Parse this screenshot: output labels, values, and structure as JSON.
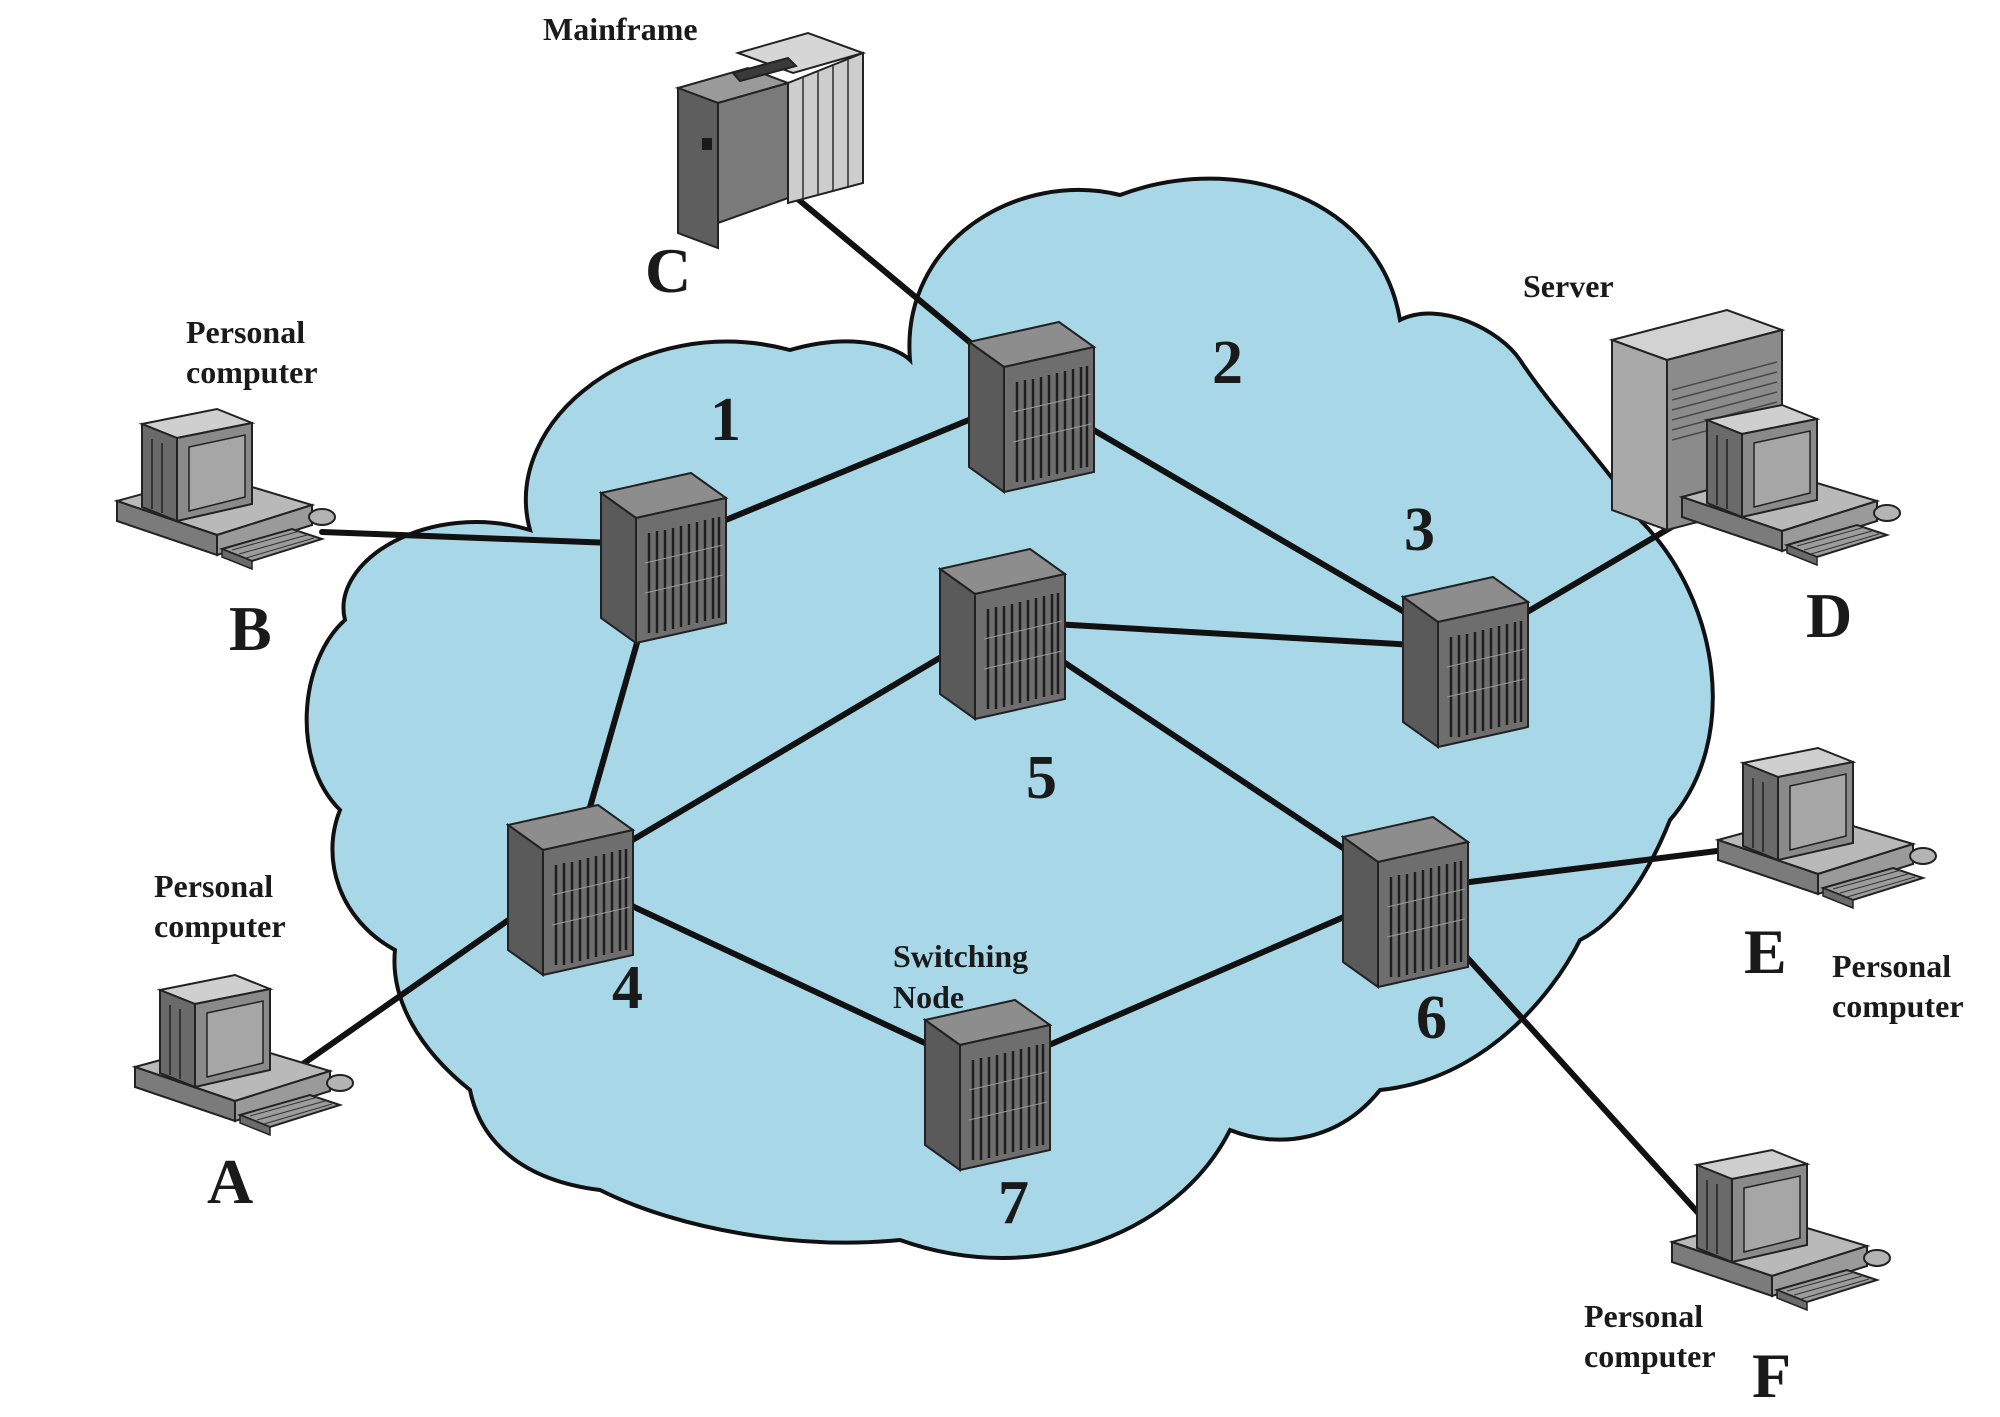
{
  "diagram": {
    "cloud_color": "#a8d8e8",
    "switching_node_label": [
      "Switching",
      "Node"
    ],
    "switching_nodes": [
      {
        "id": "1",
        "label": "1"
      },
      {
        "id": "2",
        "label": "2"
      },
      {
        "id": "3",
        "label": "3"
      },
      {
        "id": "4",
        "label": "4"
      },
      {
        "id": "5",
        "label": "5"
      },
      {
        "id": "6",
        "label": "6"
      },
      {
        "id": "7",
        "label": "7"
      }
    ],
    "end_stations": [
      {
        "id": "A",
        "letter": "A",
        "type": "Personal computer",
        "type_lines": [
          "Personal",
          "computer"
        ],
        "icon": "personal-computer-icon"
      },
      {
        "id": "B",
        "letter": "B",
        "type": "Personal computer",
        "type_lines": [
          "Personal",
          "computer"
        ],
        "icon": "personal-computer-icon"
      },
      {
        "id": "C",
        "letter": "C",
        "type": "Mainframe",
        "type_lines": [
          "Mainframe"
        ],
        "icon": "mainframe-icon"
      },
      {
        "id": "D",
        "letter": "D",
        "type": "Server",
        "type_lines": [
          "Server"
        ],
        "icon": "server-icon"
      },
      {
        "id": "E",
        "letter": "E",
        "type": "Personal computer",
        "type_lines": [
          "Personal",
          "computer"
        ],
        "icon": "personal-computer-icon"
      },
      {
        "id": "F",
        "letter": "F",
        "type": "Personal computer",
        "type_lines": [
          "Personal",
          "computer"
        ],
        "icon": "personal-computer-icon"
      }
    ],
    "links": [
      [
        "C",
        "2"
      ],
      [
        "B",
        "1"
      ],
      [
        "1",
        "2"
      ],
      [
        "1",
        "4"
      ],
      [
        "2",
        "3"
      ],
      [
        "3",
        "D"
      ],
      [
        "3",
        "5"
      ],
      [
        "4",
        "5"
      ],
      [
        "5",
        "6"
      ],
      [
        "4",
        "A"
      ],
      [
        "4",
        "7"
      ],
      [
        "7",
        "6"
      ],
      [
        "6",
        "E"
      ],
      [
        "6",
        "F"
      ]
    ]
  }
}
